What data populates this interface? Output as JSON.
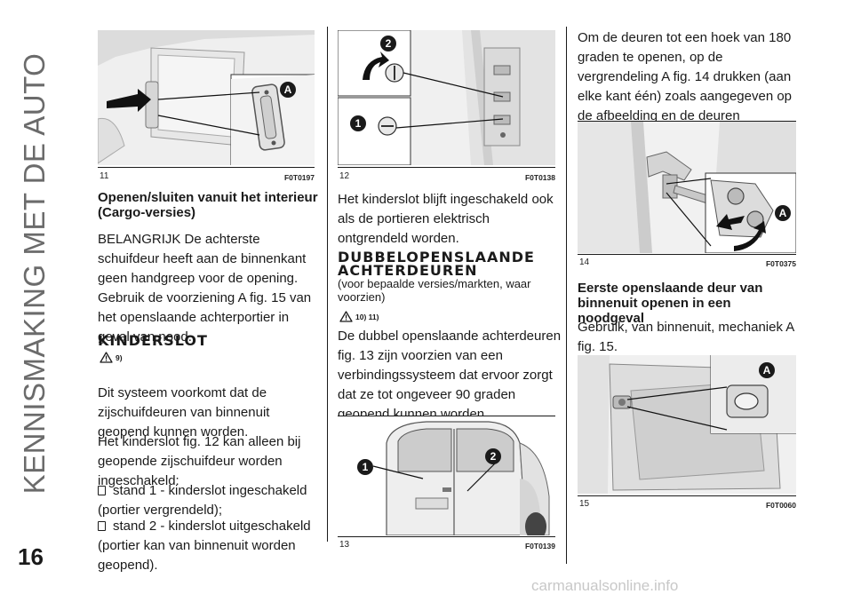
{
  "chapter_title": "KENNISMAKING MET DE AUTO",
  "page_number": "16",
  "figures": [
    {
      "number": "11",
      "code": "F0T0197",
      "callouts": [
        "A"
      ]
    },
    {
      "number": "12",
      "code": "F0T0138",
      "callouts": [
        "2",
        "1"
      ]
    },
    {
      "number": "13",
      "code": "F0T0139",
      "callouts": [
        "1",
        "2"
      ]
    },
    {
      "number": "14",
      "code": "F0T0375",
      "callouts": [
        "A"
      ]
    },
    {
      "number": "15",
      "code": "F0T0060",
      "callouts": [
        "A"
      ]
    }
  ],
  "col1": {
    "sub_heading": "Openen/sluiten vanuit het interieur (Cargo-versies)",
    "paragraph": "BELANGRIJK De achterste schuifdeur heeft aan de binnenkant geen handgreep voor de opening. Gebruik de voorziening A fig. 15 van het openslaande achterportier in geval van nood.",
    "heading": "KINDERSLOT",
    "warning_ref": "9)",
    "paragraph2": "Dit systeem voorkomt dat de zijschuifdeuren van binnenuit geopend kunnen worden.",
    "paragraph3": "Het kinderslot fig. 12 kan alleen bij geopende zijschuifdeur worden ingeschakeld:",
    "bullets": [
      "stand 1 - kinderslot ingeschakeld (portier vergrendeld);",
      "stand 2 - kinderslot uitgeschakeld (portier kan van binnenuit worden geopend)."
    ]
  },
  "col2": {
    "paragraph": "Het kinderslot blijft ingeschakeld ook als de portieren elektrisch ontgrendeld worden.",
    "heading": "DUBBELOPENSLAANDE ACHTERDEUREN",
    "heading_note": "(voor bepaalde versies/markten, waar voorzien)",
    "warning_ref": "10) 11)",
    "paragraph2": "De dubbel openslaande achterdeuren fig. 13 zijn voorzien van een verbindingssysteem dat ervoor zorgt dat ze tot ongeveer 90 graden geopend kunnen worden."
  },
  "col3": {
    "paragraph": "Om de deuren tot een hoek van 180 graden te openen, op de vergrendeling A fig. 14 drukken (aan elke kant één) zoals aangegeven op de afbeelding en de deuren tegelijkertijd te openen.",
    "sub_heading": "Eerste openslaande deur van binnenuit openen in een noodgeval",
    "paragraph2": "Gebruik, van binnenuit, mechaniek A fig. 15."
  },
  "footer": "carmanualsonline.info"
}
